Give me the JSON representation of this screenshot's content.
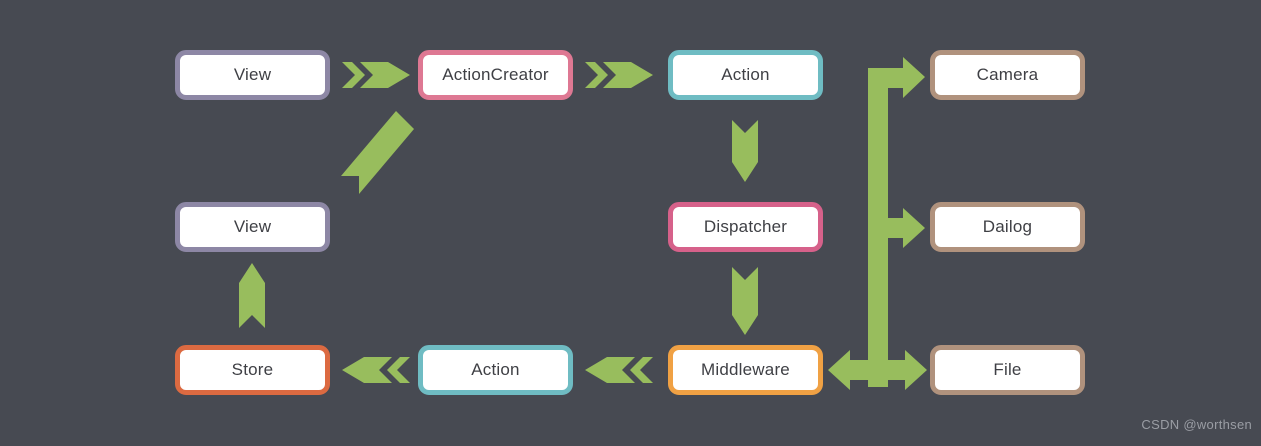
{
  "diagram": {
    "background": "#474a52",
    "arrow_color": "#98bd5d",
    "box_fill": "#ffffff",
    "text_color": "#3f4045",
    "nodes": [
      {
        "id": "view-top",
        "label": "View",
        "border": "#8d87a5"
      },
      {
        "id": "action-creator",
        "label": "ActionCreator",
        "border": "#de7893"
      },
      {
        "id": "action-top",
        "label": "Action",
        "border": "#6fbcc3"
      },
      {
        "id": "camera",
        "label": "Camera",
        "border": "#b0927d"
      },
      {
        "id": "view-left",
        "label": "View",
        "border": "#8d87a5"
      },
      {
        "id": "dispatcher",
        "label": "Dispatcher",
        "border": "#d6618a"
      },
      {
        "id": "dailog",
        "label": "Dailog",
        "border": "#b0927d"
      },
      {
        "id": "store",
        "label": "Store",
        "border": "#dc6a41"
      },
      {
        "id": "action-bottom",
        "label": "Action",
        "border": "#6fbcc3"
      },
      {
        "id": "middleware",
        "label": "Middleware",
        "border": "#f0a144"
      },
      {
        "id": "file",
        "label": "File",
        "border": "#b0927d"
      }
    ]
  },
  "watermark": {
    "text": "CSDN @worthsen",
    "color": "#9a9da4"
  }
}
